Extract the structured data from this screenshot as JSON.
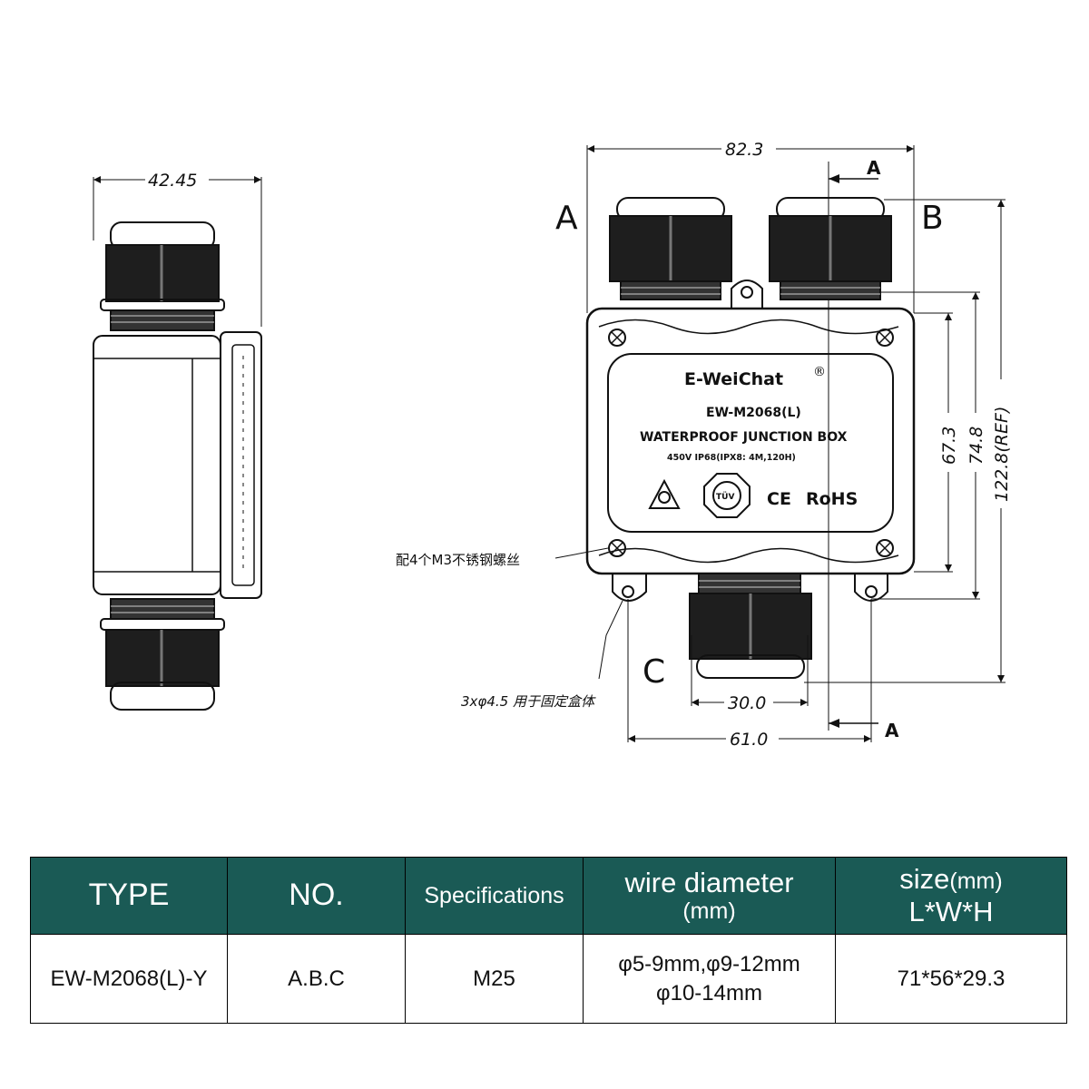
{
  "drawing": {
    "side_view": {
      "width_dim": "42.45"
    },
    "front_view": {
      "width_dim": "82.3",
      "dims": {
        "d1": "67.3",
        "d2": "74.8",
        "d3": "122.8(REF)",
        "d4": "30.0",
        "d5": "61.0"
      },
      "port_labels": {
        "a": "A",
        "b": "B",
        "c": "C"
      },
      "section_mark": "A",
      "notes": {
        "screws": "配4个M3不锈钢螺丝",
        "holes": "3xφ4.5 用于固定盒体"
      },
      "box_label": {
        "brand": "E-WeiChat",
        "registered": "®",
        "model": "EW-M2068(L)",
        "product": "WATERPROOF JUNCTION BOX",
        "rating": "450V  IP68(IPX8: 4M,120H)",
        "tuv": "TÜV",
        "ce": "CE",
        "rohs": "RoHS"
      }
    }
  },
  "table": {
    "headers": {
      "type": "TYPE",
      "no": "NO.",
      "spec": "Specifications",
      "wire_line1": "wire diameter",
      "wire_line2": "(mm)",
      "size_main": "size",
      "size_unit": "(mm)",
      "size_line2": "L*W*H"
    },
    "row": {
      "type": "EW-M2068(L)-Y",
      "no": "A.B.C",
      "spec": "M25",
      "wire_line1": "φ5-9mm,φ9-12mm",
      "wire_line2": "φ10-14mm",
      "size": "71*56*29.3"
    }
  },
  "colors": {
    "header_bg": "#1a5a55",
    "header_text": "#ffffff",
    "line": "#111111"
  }
}
